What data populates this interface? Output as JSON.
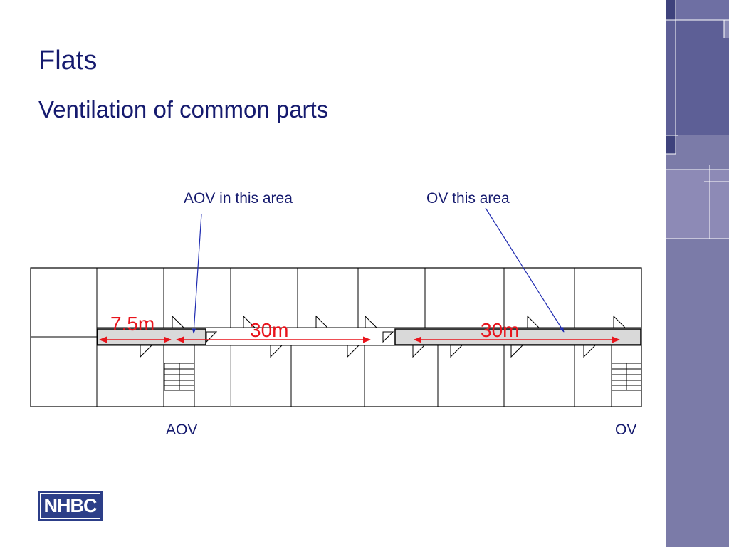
{
  "slide": {
    "title": "Flats",
    "subtitle": "Ventilation of common parts"
  },
  "callouts": {
    "aov_area": "AOV in this area",
    "ov_area": "OV this area"
  },
  "dimensions": {
    "short_span": "7.5m",
    "left_span": "30m",
    "right_span": "30m"
  },
  "vent_labels": {
    "aov": "AOV",
    "ov": "OV"
  },
  "logo": {
    "text": "NHBC"
  },
  "colors": {
    "title": "#151a6e",
    "dimension": "#e8141c",
    "callout_line": "#1f2bb0",
    "corridor_fill": "#d9d9d9",
    "panel_dark": "#5d5f96",
    "panel_mid": "#7b7ba8",
    "panel_light": "#8d8ab6"
  }
}
